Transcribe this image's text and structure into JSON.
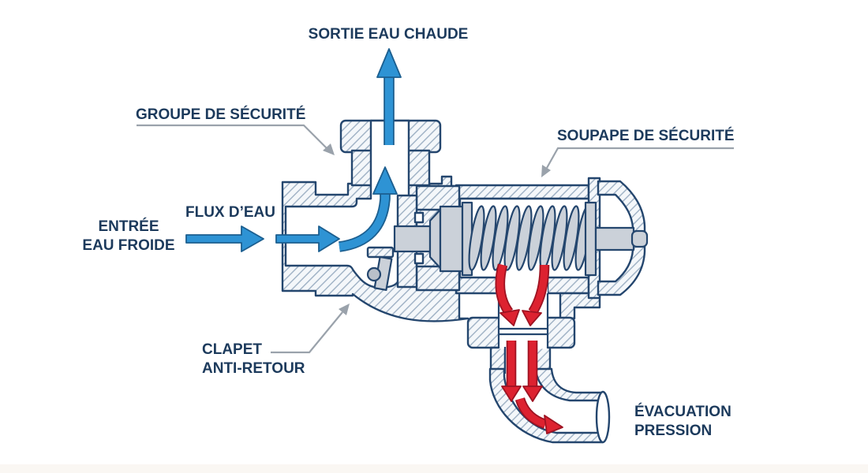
{
  "labels": {
    "sortie": "SORTIE EAU CHAUDE",
    "groupe": "GROUPE DE SÉCURITÉ",
    "soupape": "SOUPAPE DE SÉCURITÉ",
    "flux": "FLUX D’EAU",
    "entree_line1": "ENTRÉE",
    "entree_line2": "EAU FROIDE",
    "clapet_line1": "CLAPET",
    "clapet_line2": "ANTI-RETOUR",
    "evacuation_line1": "ÉVACUATION",
    "evacuation_line2": "PRESSION"
  },
  "icons": {
    "blue_arrows": "water-flow-arrow",
    "red_arrows": "pressure-release-arrow",
    "leader_arrows": "label-pointer-arrow"
  },
  "colors": {
    "navy_text": "#1c3a5c",
    "outline": "#24466e",
    "hatch_line": "#9db0c4",
    "hatch_bg": "#f4f7fa",
    "metal": "#cbd1d9",
    "metal_dark": "#b9c0c9",
    "flow_blue": "#2e93d4",
    "flow_blue_edge": "#1b5e8f",
    "pressure_red": "#dd2230",
    "pressure_red_edge": "#9e1322",
    "leader_gray": "#9aa2ab",
    "background": "#ffffff",
    "bottom_strip": "#f6f0ea"
  }
}
